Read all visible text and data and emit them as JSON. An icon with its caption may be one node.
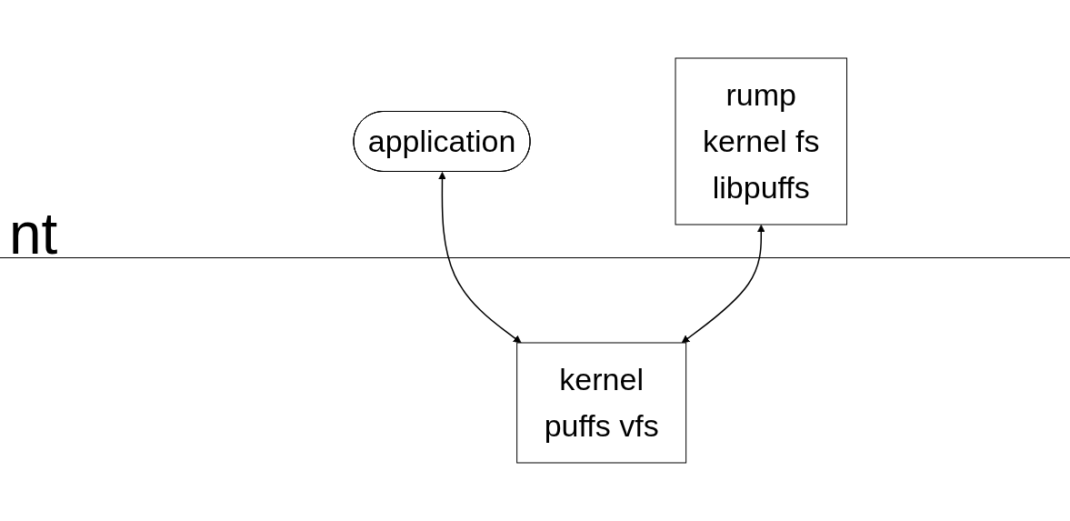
{
  "diagram": {
    "nodes": [
      {
        "text": [
          "application"
        ]
      },
      {
        "text": [
          "rump",
          "kernel fs",
          "libpuffs"
        ]
      },
      {
        "text": [
          "kernel",
          "puffs vfs"
        ]
      }
    ],
    "edges": [
      {
        "from": 0,
        "to": 2,
        "arrow": "both"
      },
      {
        "from": 1,
        "to": 2,
        "arrow": "both"
      }
    ],
    "labels": [
      "nt"
    ]
  }
}
